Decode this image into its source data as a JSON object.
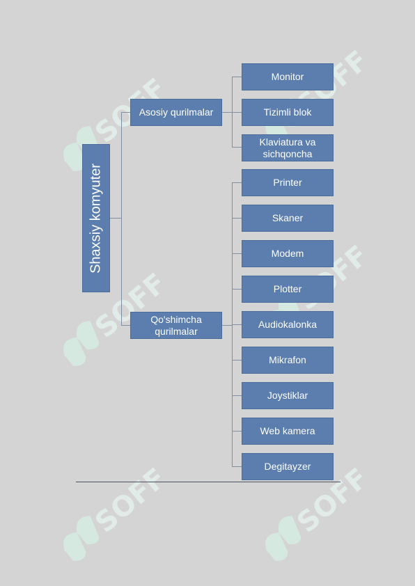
{
  "root": {
    "label": "Shaxsiy komyuter"
  },
  "groups": [
    {
      "label": "Asosiy qurilmalar",
      "items": [
        "Monitor",
        "Tizimli blok",
        "Klaviatura va sichqoncha"
      ]
    },
    {
      "label": "Qo'shimcha qurilmalar",
      "items": [
        "Printer",
        "Skaner",
        "Modem",
        "Plotter",
        "Audiokalonka",
        "Mikrafon",
        "Joystiklar",
        "Web kamera",
        "Degitayzer"
      ]
    }
  ],
  "watermark": {
    "text": "SOFF",
    "color": "#e6f3ee",
    "mark_color": "#d6f0e4"
  }
}
